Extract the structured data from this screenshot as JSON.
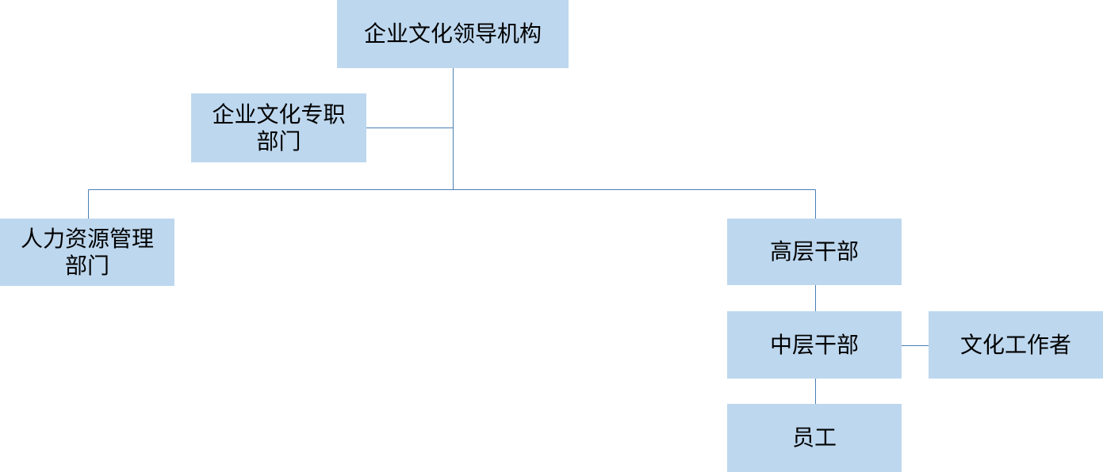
{
  "diagram": {
    "nodes": {
      "leadership": {
        "label": "企业文化领导机构"
      },
      "dedicated_dept": {
        "label": "企业文化专职部门"
      },
      "hr_dept": {
        "label": "人力资源管理部门"
      },
      "senior_cadres": {
        "label": "高层干部"
      },
      "middle_cadres": {
        "label": "中层干部"
      },
      "culture_workers": {
        "label": "文化工作者"
      },
      "staff": {
        "label": "员工"
      }
    }
  },
  "colors": {
    "node_fill": "#bdd7ee",
    "connector": "#4a7fb5",
    "text": "#000000"
  }
}
